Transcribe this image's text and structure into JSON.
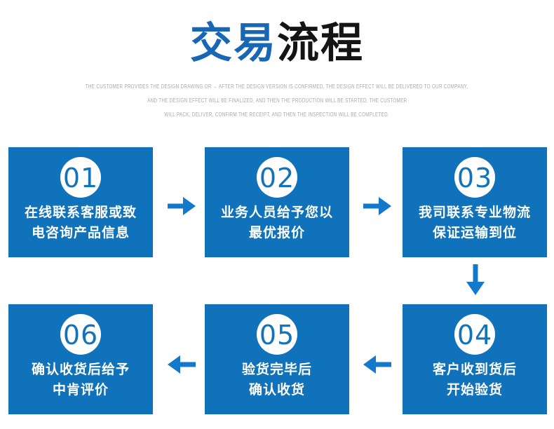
{
  "title": {
    "part1": "交易",
    "part2": "流程"
  },
  "subtitle": {
    "lines": [
      "THE CUSTOMER PROVIDES THE DESIGN DRAWING OR → AFTER THE DESIGN VERSION IS CONFIRMED, THE DESIGN EFFECT WILL BE DELIVERED TO OUR COMPANY,",
      "AND THE DESIGN EFFECT WILL BE FINALIZED, AND THEN THE PRODUCTION WILL BE STARTED, THE CUSTOMER",
      "WILL PACK, DELIVER, CONFIRM THE RECEIPT, AND THEN THE INSPECTION WILL BE COMPLETED."
    ]
  },
  "steps": [
    {
      "number": "01",
      "line1": "在线联系客服或致",
      "line2": "电咨询产品信息"
    },
    {
      "number": "02",
      "line1": "业务人员给予您以",
      "line2": "最优报价"
    },
    {
      "number": "03",
      "line1": "我司联系专业物流",
      "line2": "保证运输到位"
    },
    {
      "number": "04",
      "line1": "客户收到货后",
      "line2": "开始验货"
    },
    {
      "number": "05",
      "line1": "验货完毕后",
      "line2": "确认收货"
    },
    {
      "number": "06",
      "line1": "确认收货后给予",
      "line2": "中肯评价"
    }
  ],
  "flow": {
    "arrows": [
      "right",
      "right",
      "down",
      "left",
      "left"
    ]
  },
  "colors": {
    "box_blue": "#0f72ba",
    "arrow_blue": "#1478cb",
    "title_blue": "#1767b5",
    "title_dark": "#141414",
    "subtitle_gray": "#a9a9a9",
    "number_blue": "#1273bb",
    "background": "#ffffff"
  }
}
